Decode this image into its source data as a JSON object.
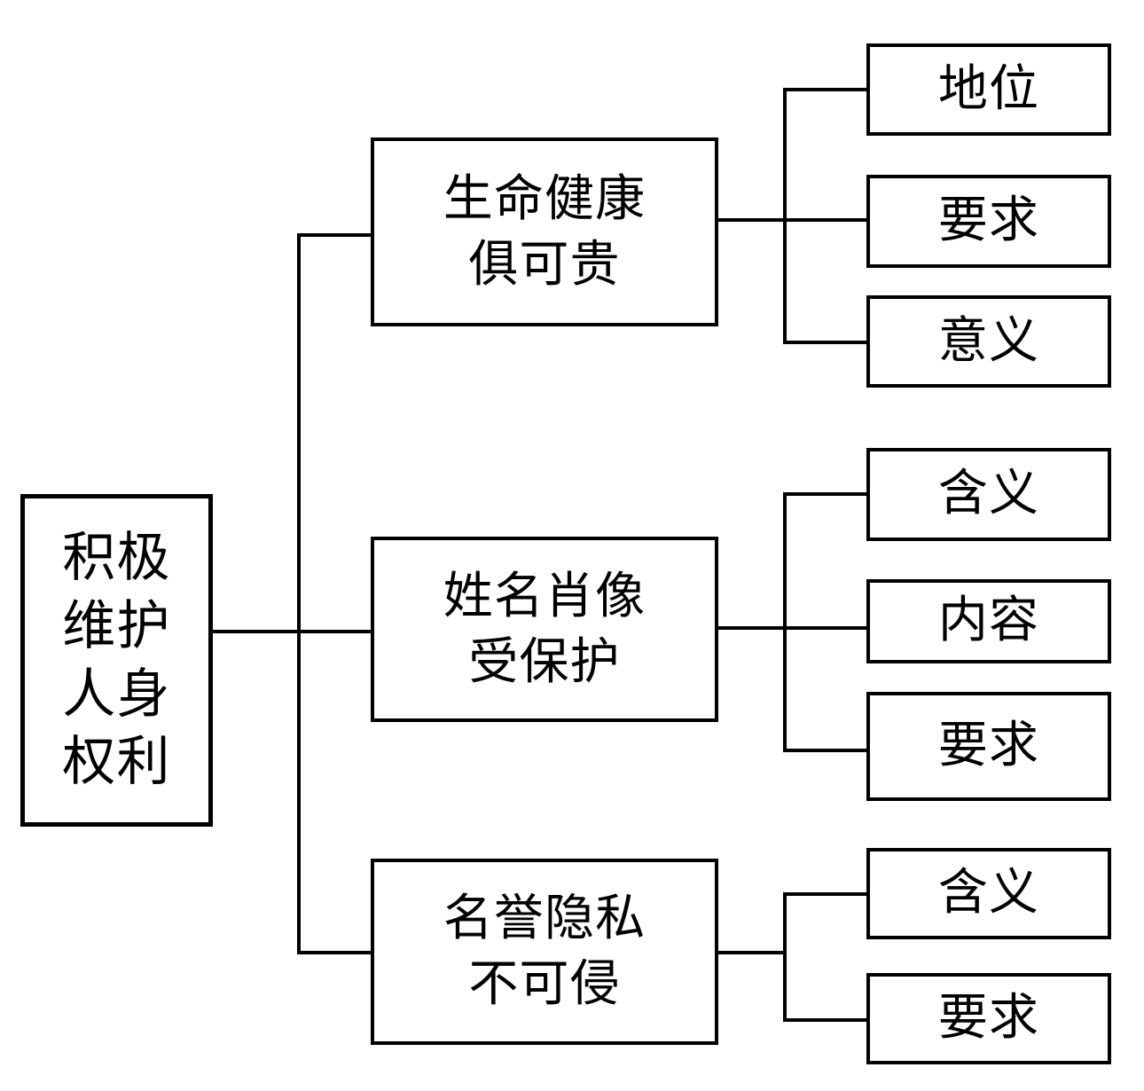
{
  "diagram": {
    "type": "tree",
    "orientation": "left-to-right",
    "title_node": {
      "id": "root",
      "text": "积极维护人身权利",
      "lines": [
        "积极",
        "维护",
        "人身",
        "权利"
      ]
    },
    "branches": [
      {
        "id": "branch-1",
        "text": "生命健康俱可贵",
        "lines": [
          "生命健康",
          "俱可贵"
        ],
        "children": [
          {
            "id": "b1-c1",
            "text": "地位"
          },
          {
            "id": "b1-c2",
            "text": "要求"
          },
          {
            "id": "b1-c3",
            "text": "意义"
          }
        ]
      },
      {
        "id": "branch-2",
        "text": "姓名肖像受保护",
        "lines": [
          "姓名肖像",
          "受保护"
        ],
        "children": [
          {
            "id": "b2-c1",
            "text": "含义"
          },
          {
            "id": "b2-c2",
            "text": "内容"
          },
          {
            "id": "b2-c3",
            "text": "要求"
          }
        ]
      },
      {
        "id": "branch-3",
        "text": "名誉隐私不可侵",
        "lines": [
          "名誉隐私",
          "不可侵"
        ],
        "children": [
          {
            "id": "b3-c1",
            "text": "含义"
          },
          {
            "id": "b3-c2",
            "text": "要求"
          }
        ]
      }
    ],
    "colors": {
      "background": "#ffffff",
      "stroke": "#000000",
      "text": "#000000"
    }
  }
}
